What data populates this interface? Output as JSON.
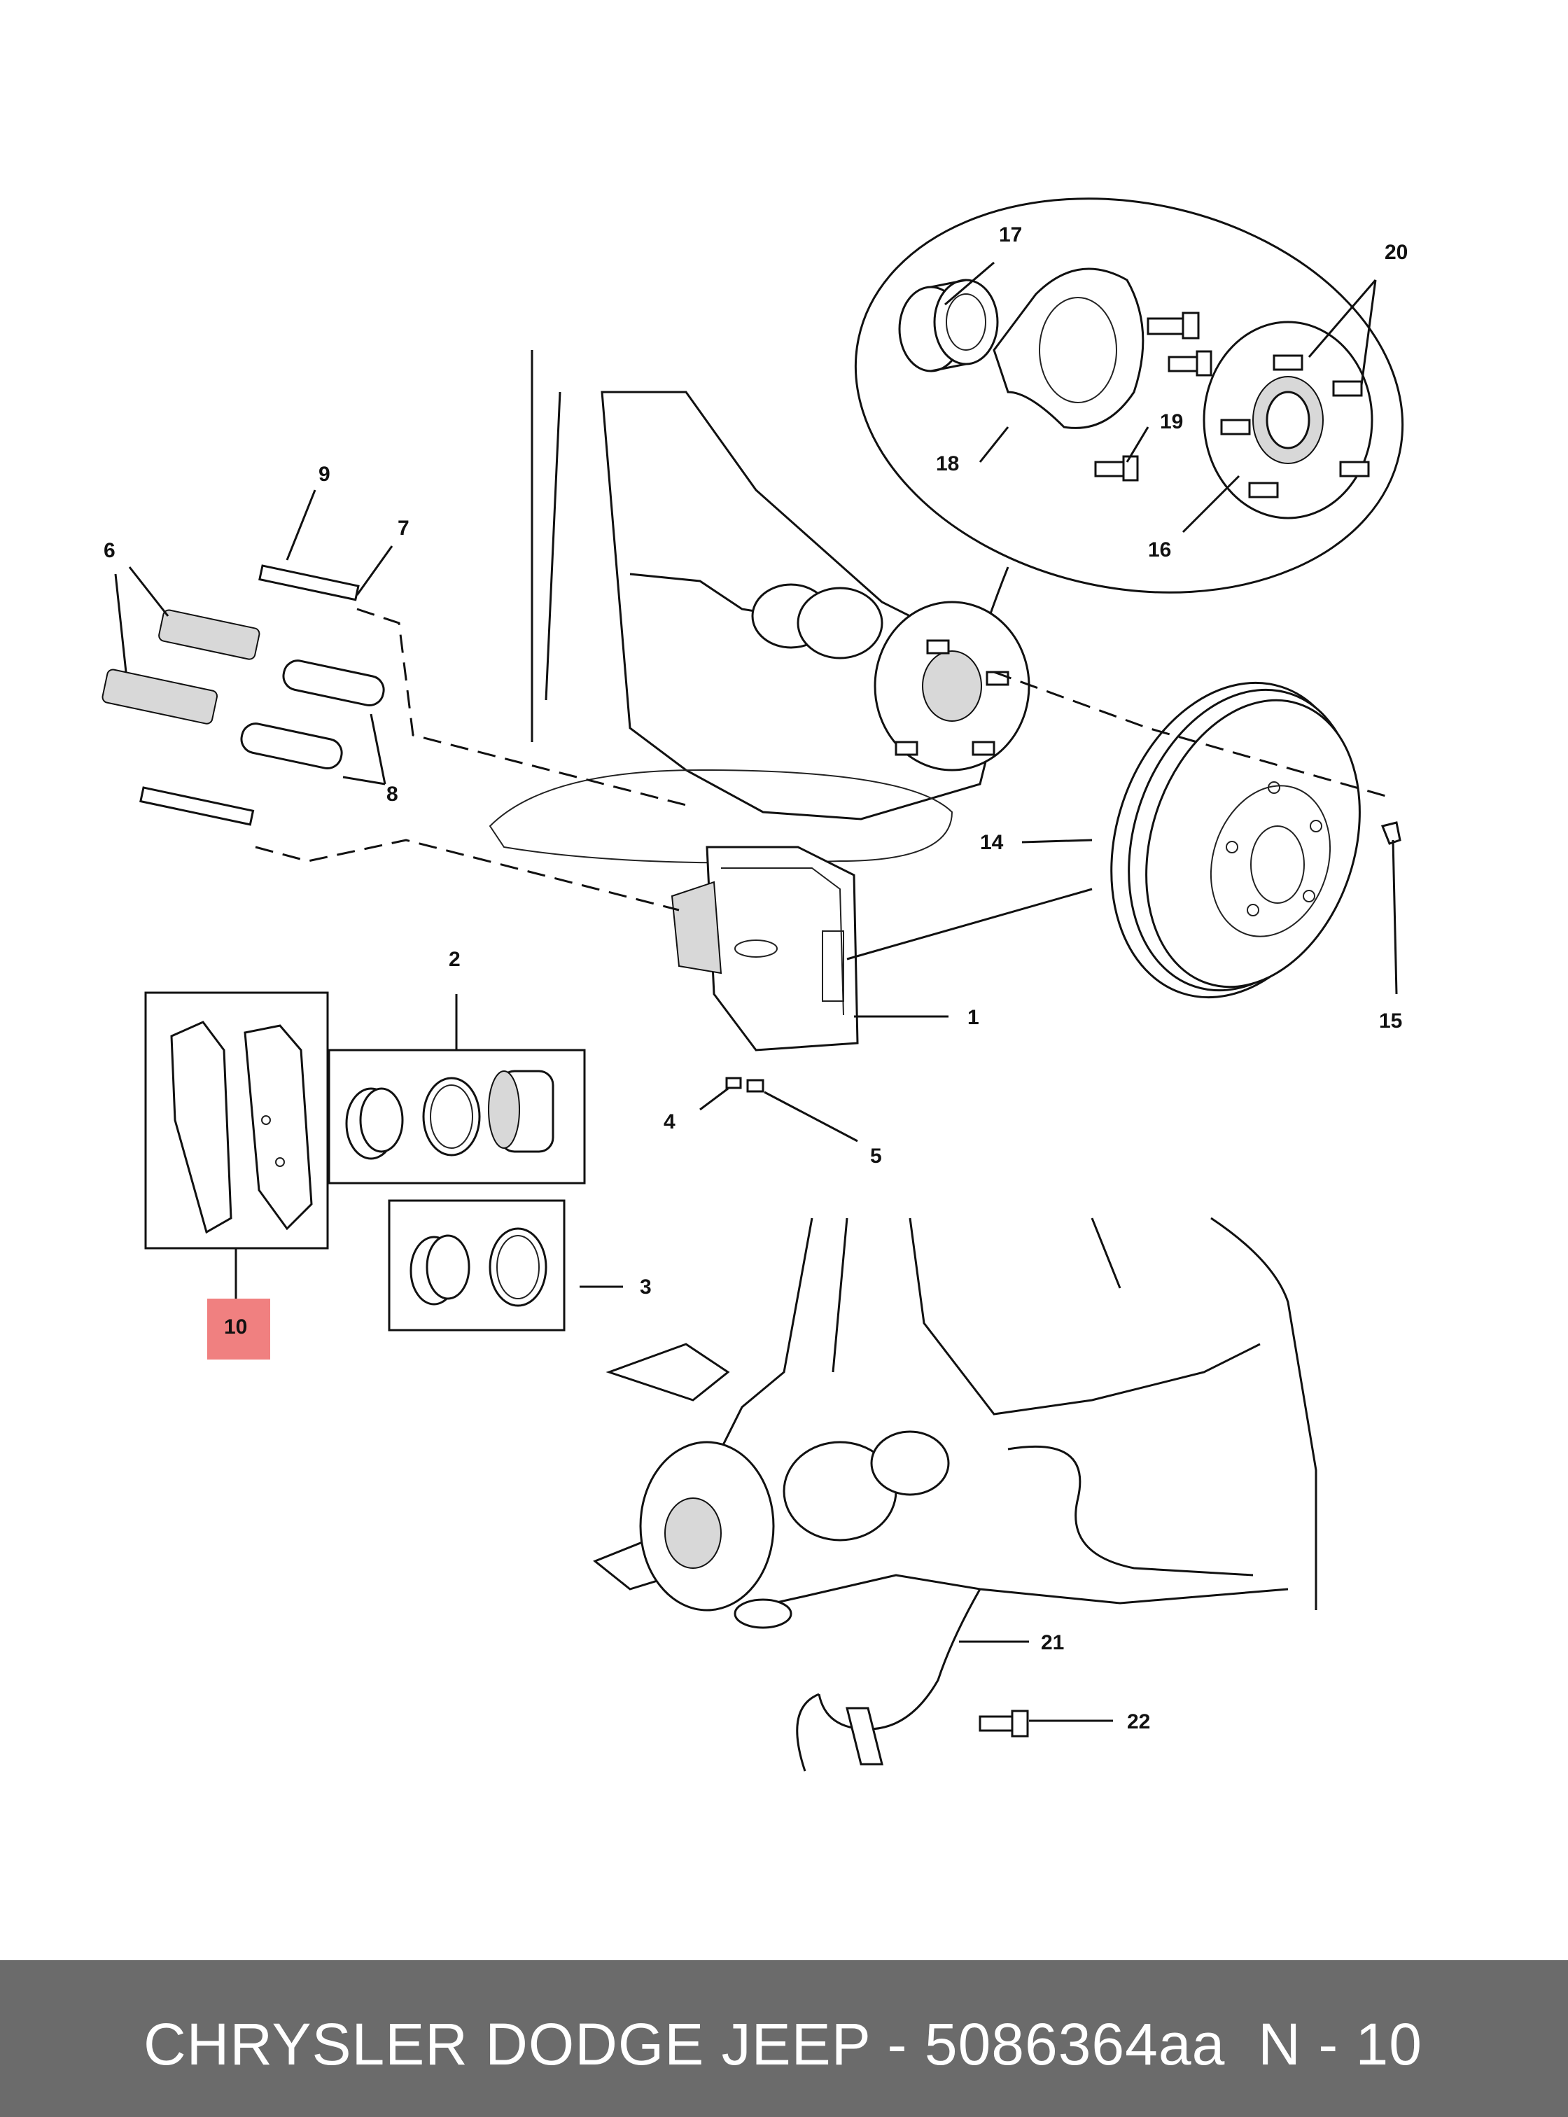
{
  "diagram": {
    "callouts": {
      "c1": "1",
      "c2": "2",
      "c3": "3",
      "c4": "4",
      "c5": "5",
      "c6": "6",
      "c7": "7",
      "c8": "8",
      "c9": "9",
      "c10": "10",
      "c14": "14",
      "c15": "15",
      "c16": "16",
      "c17": "17",
      "c18": "18",
      "c19": "19",
      "c20": "20",
      "c21": "21",
      "c22": "22"
    },
    "highlight_color": "#f08080"
  },
  "footer": {
    "brand": "CHRYSLER DODGE JEEP - 5086364aa",
    "ref": "N - 10",
    "background": "#6b6b6b"
  }
}
